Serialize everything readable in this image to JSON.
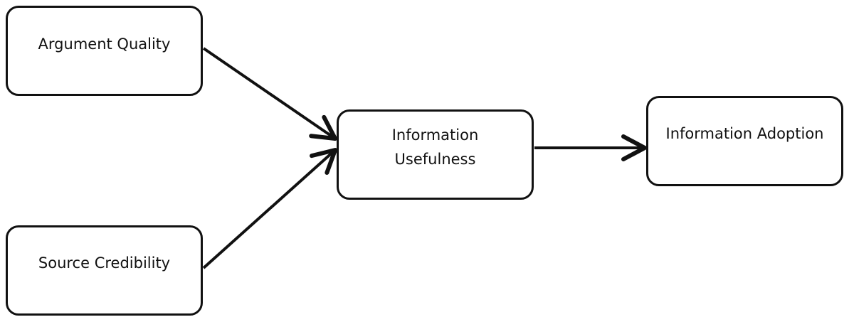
{
  "diagram": {
    "nodes": [
      {
        "id": "argument_quality",
        "label": "Argument Quality"
      },
      {
        "id": "source_credibility",
        "label": "Source Credibility"
      },
      {
        "id": "information_usefulness",
        "label": "Information\nUsefulness"
      },
      {
        "id": "information_adoption",
        "label": "Information Adoption"
      }
    ],
    "edges": [
      {
        "from": "argument_quality",
        "to": "information_usefulness"
      },
      {
        "from": "source_credibility",
        "to": "information_usefulness"
      },
      {
        "from": "information_usefulness",
        "to": "information_adoption"
      }
    ],
    "colors": {
      "stroke": "#111111",
      "background": "#ffffff"
    }
  }
}
